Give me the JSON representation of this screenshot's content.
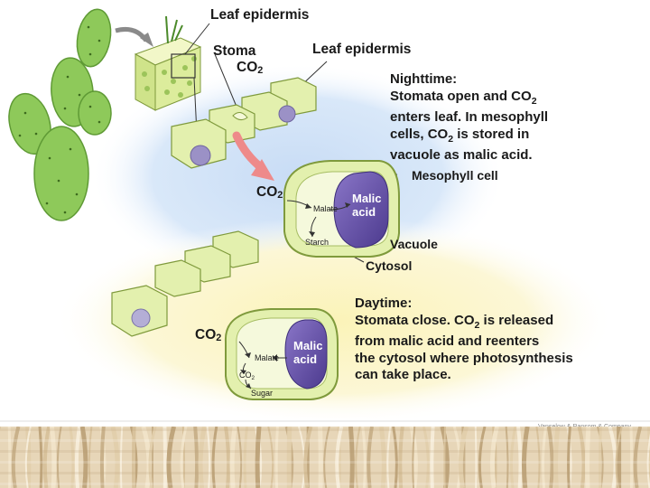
{
  "labels": {
    "leaf_epidermis_top": "Leaf epidermis",
    "stoma": "Stoma",
    "co2": "CO",
    "co2_sub": "2",
    "leaf_epidermis_right": "Leaf epidermis",
    "mesophyll_cell": "Mesophyll cell",
    "malic_line1": "Malic",
    "malic_line2": "acid",
    "malate": "Malate",
    "starch": "Starch",
    "sugar": "Sugar",
    "vacuole": "Vacuole",
    "cytosol": "Cytosol"
  },
  "nighttime": {
    "line1": "Nighttime:",
    "line2_a": "Stomata open and CO",
    "line2_sub": "2",
    "line3": "enters leaf. In mesophyll",
    "line4_a": "cells, CO",
    "line4_sub": "2",
    "line4_b": " is stored in",
    "line5": "vacuole as malic acid."
  },
  "daytime": {
    "line1": "Daytime:",
    "line2_a": "Stomata close. CO",
    "line2_sub": "2",
    "line2_b": " is released",
    "line3": "from malic acid and reenters",
    "line4": "the cytosol where photosynthesis",
    "line5": "can take place."
  },
  "credit": "Vanselow & Ransom & Company",
  "colors": {
    "cell_fill": "#e3f0ae",
    "cell_edge": "#7f9a3c",
    "vacuole": "#6a55aa",
    "night_bg": "#cfe2f7",
    "day_bg": "#fbf5c4",
    "cactus": "#8ec95a",
    "arrow_pink": "#ee8a8a"
  }
}
